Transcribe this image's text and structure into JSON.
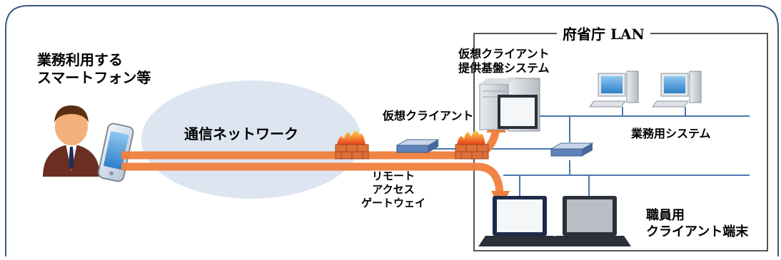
{
  "labels": {
    "smartphone_line1": "業務利用する",
    "smartphone_line2": "スマートフォン等",
    "network": "通信ネットワーク",
    "lan_title": "府省庁 LAN",
    "vc_platform_line1": "仮想クライアント",
    "vc_platform_line2": "提供基盤システム",
    "virtual_client": "仮想クライアント",
    "business_system": "業務用システム",
    "rag_line1": "リモート",
    "rag_line2": "アクセス",
    "rag_line3": "ゲートウェイ",
    "staff_line1": "職員用",
    "staff_line2": "クライアント端末"
  },
  "icons": [
    "user-icon",
    "smartphone-icon",
    "firewall-icon",
    "router-icon",
    "server-icon",
    "monitor-icon",
    "desktop-pc-icon",
    "laptop-icon",
    "switch-icon"
  ],
  "colors": {
    "frame": "#3a5a80",
    "cloud": "#dde5f1",
    "arrow": "#f07f3c",
    "lan_line": "#4a78b0",
    "lan_border": "#555555"
  }
}
